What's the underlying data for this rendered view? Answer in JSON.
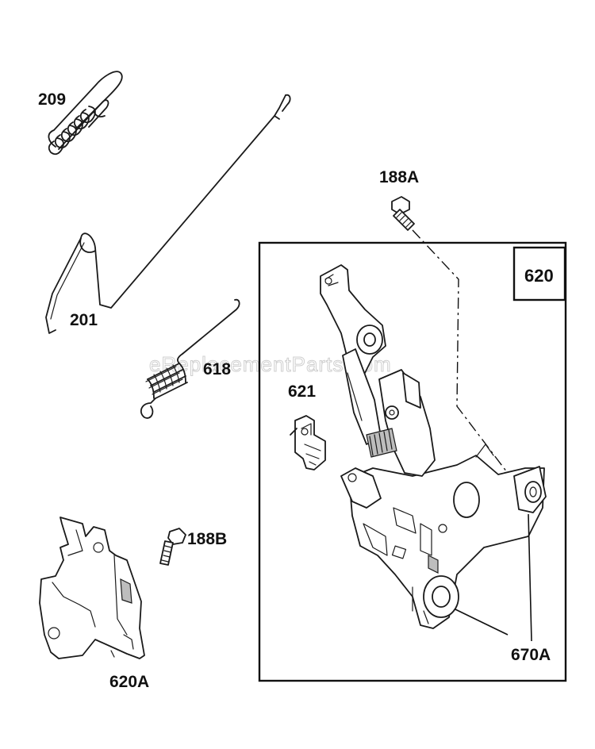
{
  "watermark": "eReplacementParts.com",
  "assembly_box_label": "620",
  "labels": {
    "p209": "209",
    "p201": "201",
    "p618": "618",
    "p621": "621",
    "p188a": "188A",
    "p188b": "188B",
    "p620a": "620A",
    "p670a": "670A"
  }
}
